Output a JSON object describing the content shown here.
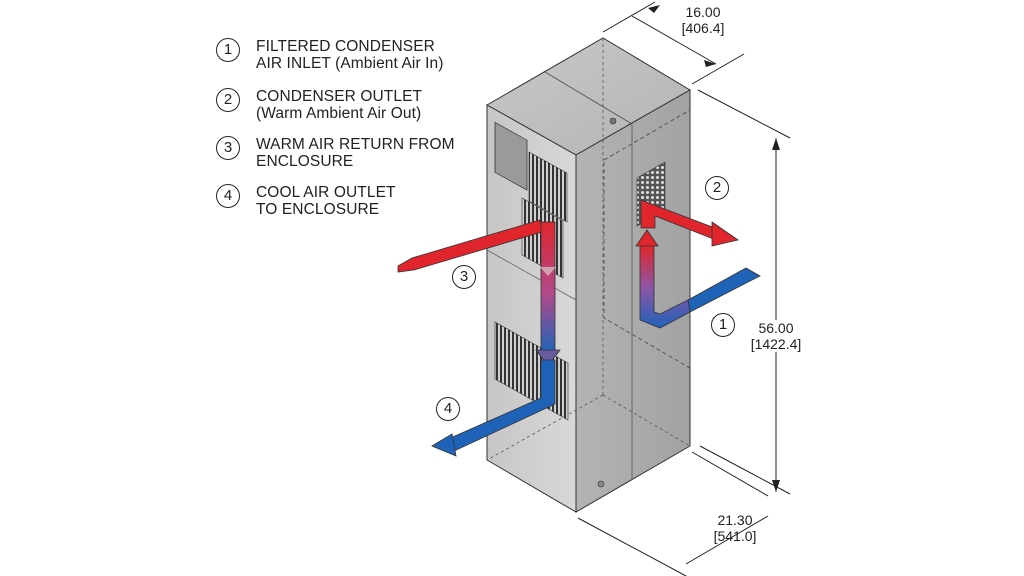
{
  "legend": [
    {
      "num": "1",
      "line1": "FILTERED CONDENSER",
      "line2": "AIR INLET (Ambient Air In)"
    },
    {
      "num": "2",
      "line1": "CONDENSER OUTLET",
      "line2": "(Warm Ambient Air Out)"
    },
    {
      "num": "3",
      "line1": "WARM AIR RETURN FROM",
      "line2": "ENCLOSURE"
    },
    {
      "num": "4",
      "line1": "COOL AIR OUTLET",
      "line2": "TO ENCLOSURE"
    }
  ],
  "dimensions": {
    "depth": {
      "value": "16.00",
      "metric": "[406.4]"
    },
    "height": {
      "value": "56.00",
      "metric": "[1422.4]"
    },
    "width": {
      "value": "21.30",
      "metric": "[541.0]"
    }
  },
  "callouts": {
    "c1": "1",
    "c2": "2",
    "c3": "3",
    "c4": "4"
  },
  "colors": {
    "warm": "#e0262c",
    "cool": "#1f63b8",
    "unit_front": "#cfcfcf",
    "unit_side": "#a9a9a9",
    "unit_top": "#bdbdbd"
  }
}
